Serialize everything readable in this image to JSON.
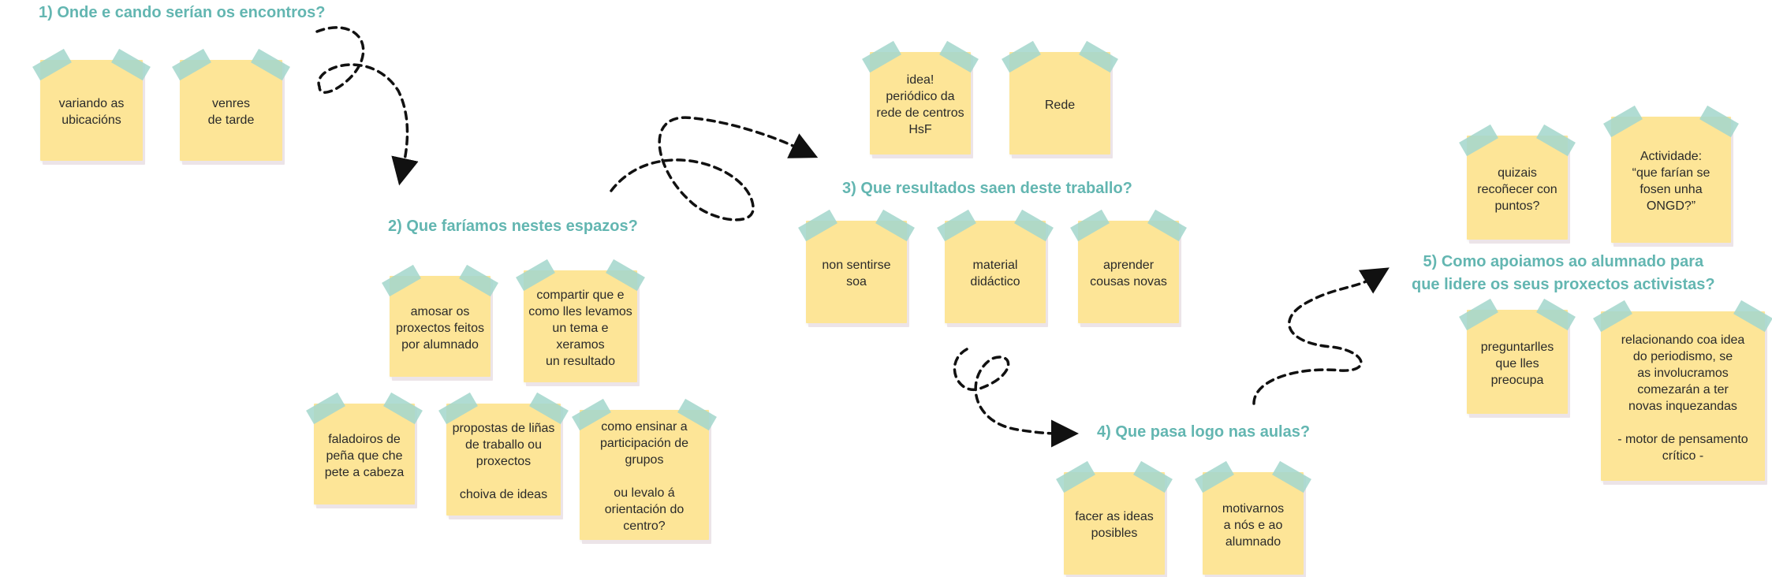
{
  "sections": [
    {
      "heading": "1) Onde e cando serían os encontros?",
      "notes": [
        "variando as\nubicacións",
        "venres\nde tarde"
      ]
    },
    {
      "heading": "2) Que faríamos nestes espazos?",
      "notes": [
        "amosar os\nproxectos feitos\npor alumnado",
        "compartir que e\ncomo lles levamos\nun tema e xeramos\nun resultado",
        "faladoiros de\npeña que che\npete a cabeza",
        "propostas de liñas\nde traballo ou\nproxectos\n\nchoiva de ideas",
        "como ensinar a\nparticipación de\ngrupos\n\nou levalo á\norientación do\ncentro?"
      ]
    },
    {
      "heading": "3) Que resultados saen deste traballo?",
      "notes": [
        "idea!\nperiódico da\nrede de centros\nHsF",
        "Rede",
        "non sentirse\nsoa",
        "material\ndidáctico",
        "aprender\ncousas novas"
      ]
    },
    {
      "heading": "4) Que pasa logo nas aulas?",
      "notes": [
        "facer as ideas\nposibles",
        "motivarnos\na nós e ao\nalumnado"
      ]
    },
    {
      "heading": "5) Como apoiamos ao alumnado para\nque lidere os seus proxectos activistas?",
      "notes": [
        "quizais\nrecoñecer con\npuntos?",
        "Actividade:\n“que farían se\nfosen unha ONGD?”",
        "preguntarlles\nque lles\npreocupa",
        "relacionando coa idea\ndo periodismo, se\nas involucramos\ncomezarán a ter\nnovas inquezandas\n\n- motor de pensamento\ncrítico -"
      ]
    }
  ],
  "colors": {
    "heading": "#63b6b1",
    "note": "#fde597",
    "tape": "#a5d7cd",
    "arrow": "#111111"
  }
}
